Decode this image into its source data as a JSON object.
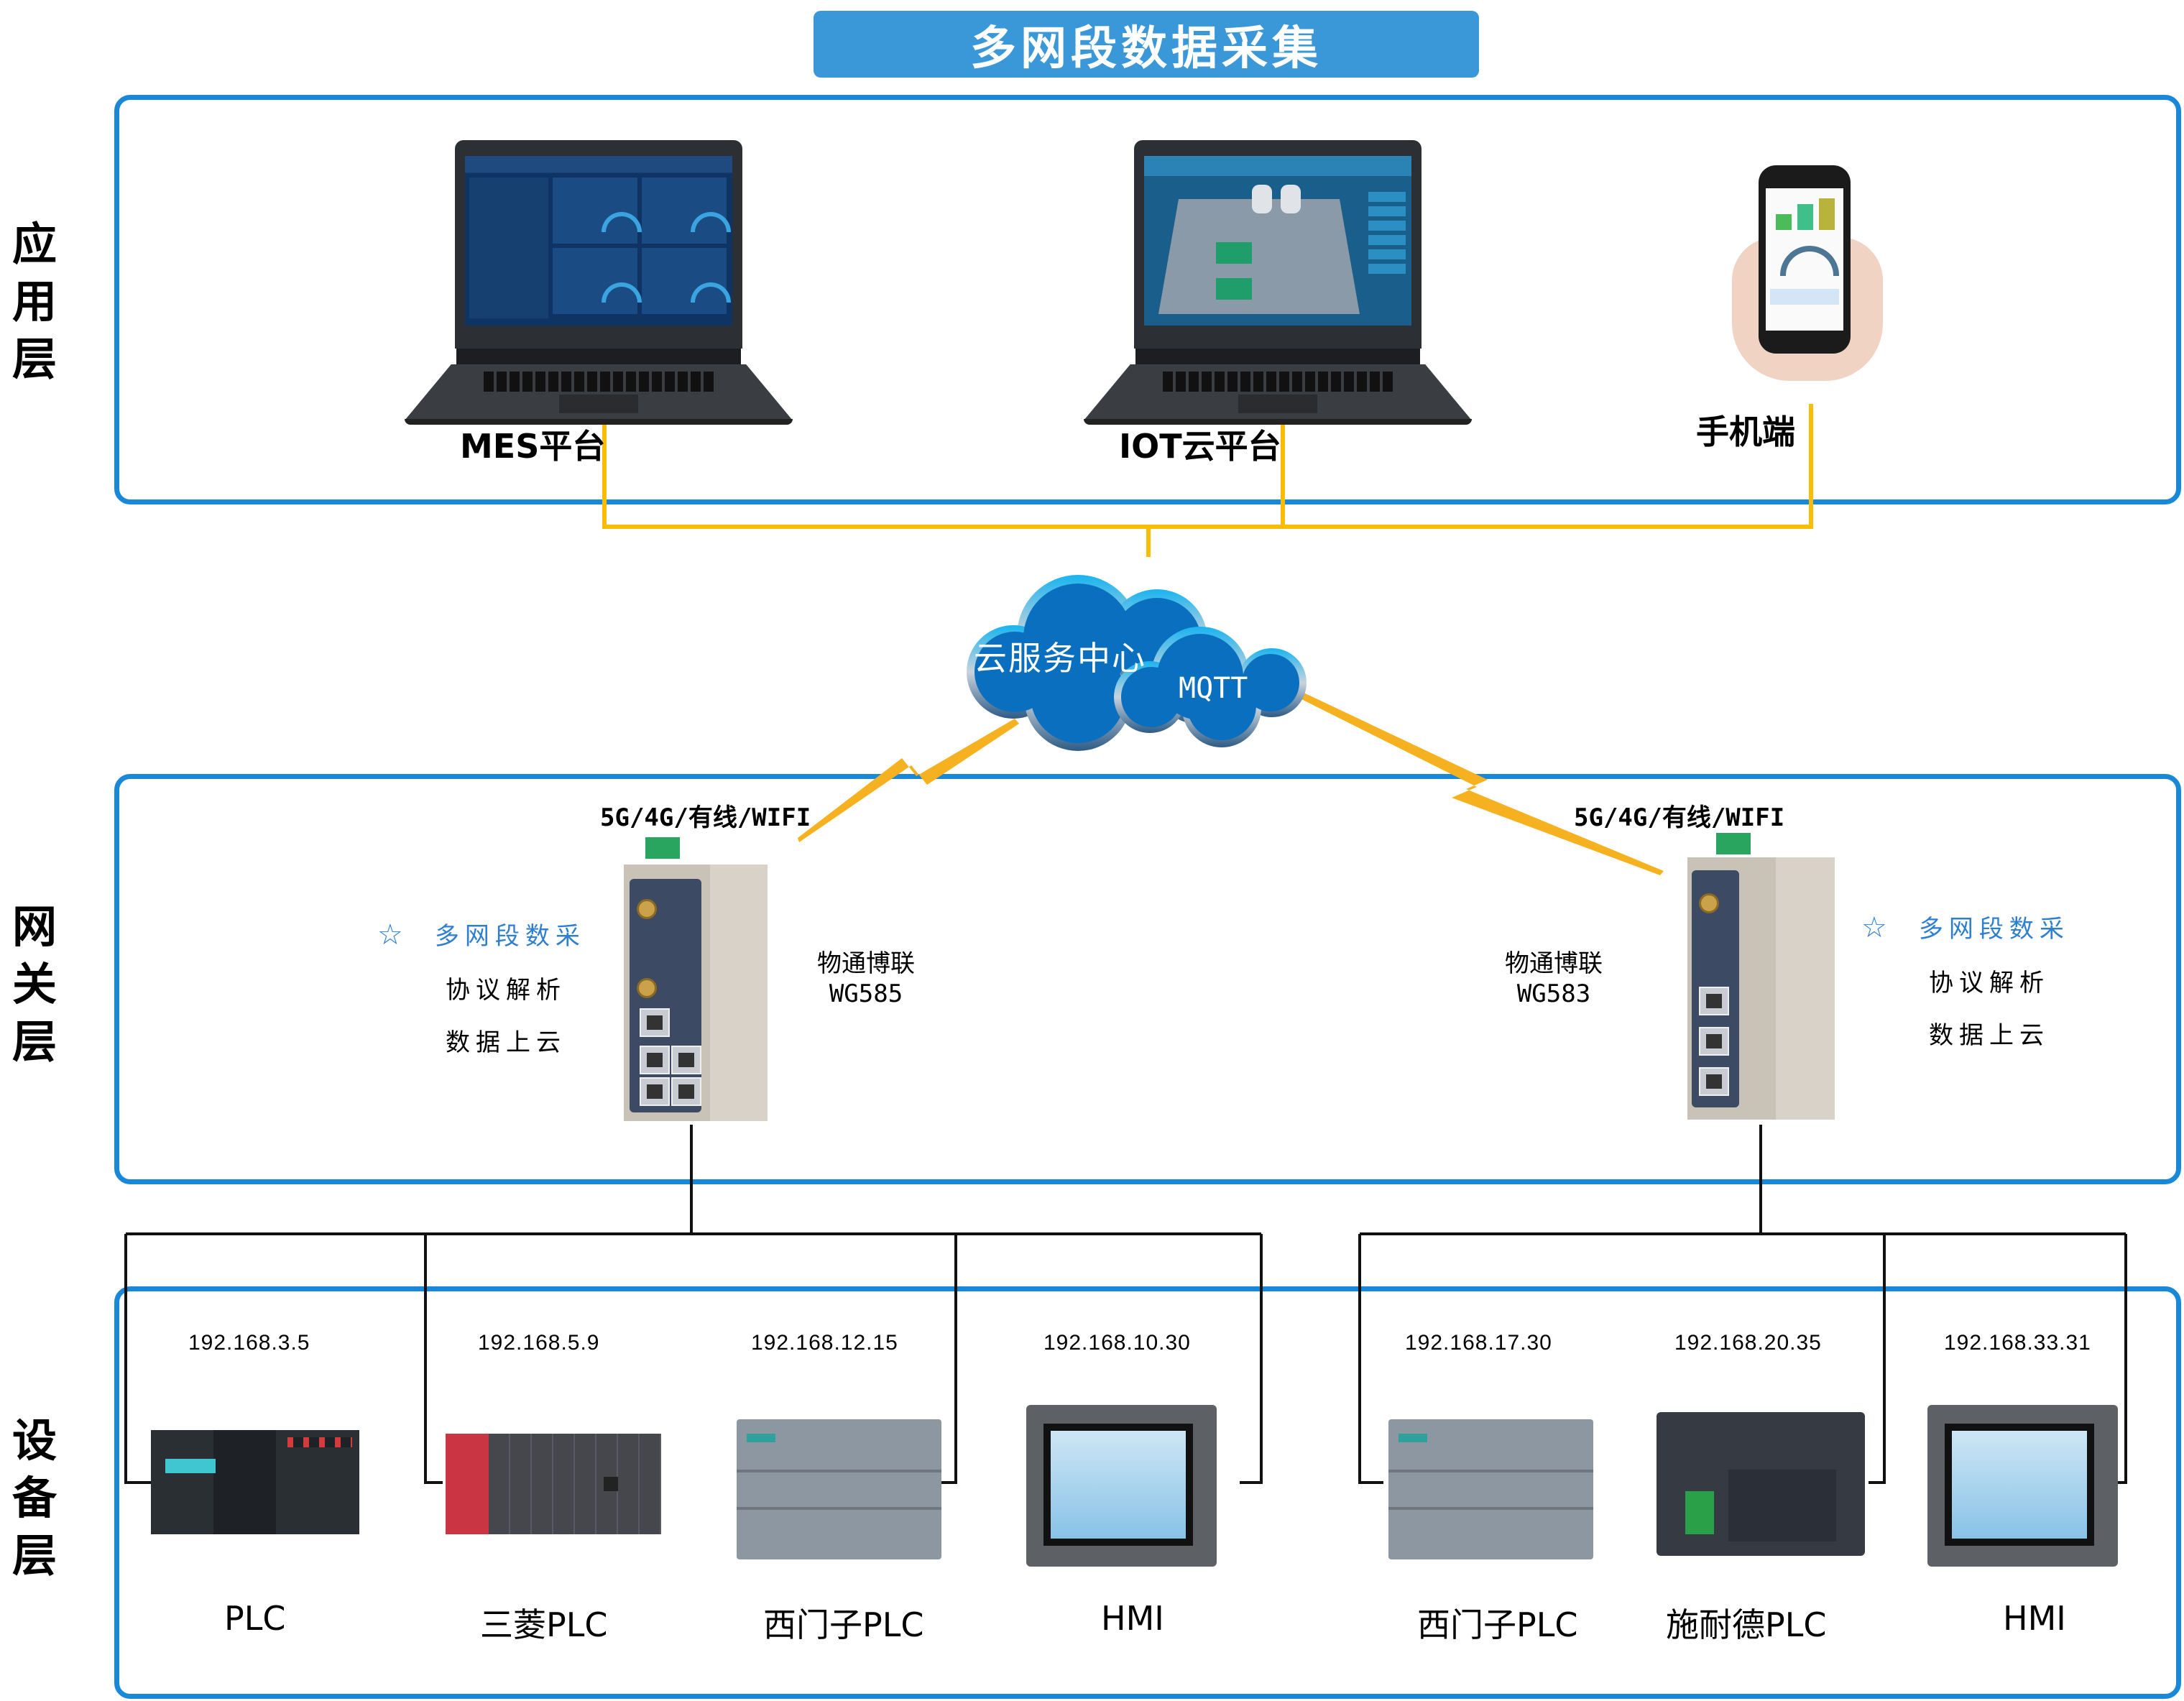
{
  "title": "多网段数据采集",
  "layers": {
    "application": {
      "label": [
        "应",
        "用",
        "层"
      ]
    },
    "gateway": {
      "label": [
        "网",
        "关",
        "层"
      ]
    },
    "device": {
      "label": [
        "设",
        "备",
        "层"
      ]
    }
  },
  "application": {
    "items": [
      {
        "name": "MES平台",
        "type": "laptop",
        "icon": "laptop-mes-dashboard"
      },
      {
        "name": "IOT云平台",
        "type": "laptop",
        "icon": "laptop-iot-3d-plant"
      },
      {
        "name": "手机端",
        "type": "phone",
        "icon": "smartphone-in-hand"
      }
    ],
    "connector_color": "#fbbc05"
  },
  "cloud": {
    "main_label": "云服务中心",
    "sub_label": "MQTT",
    "color": "#0a6fbf"
  },
  "gateways": [
    {
      "connectivity": "5G/4G/有线/WIFI",
      "brand": "物通博联",
      "model": "WG585",
      "features": [
        "多网段数采",
        "协议解析",
        "数据上云"
      ],
      "feature_icon": "star-outline-icon"
    },
    {
      "connectivity": "5G/4G/有线/WIFI",
      "brand": "物通博联",
      "model": "WG583",
      "features": [
        "多网段数采",
        "协议解析",
        "数据上云"
      ],
      "feature_icon": "star-outline-icon"
    }
  ],
  "devices": [
    {
      "ip": "192.168.3.5",
      "name": "PLC"
    },
    {
      "ip": "192.168.5.9",
      "name": "三菱PLC"
    },
    {
      "ip": "192.168.12.15",
      "name": "西门子PLC"
    },
    {
      "ip": "192.168.10.30",
      "name": "HMI"
    },
    {
      "ip": "192.168.17.30",
      "name": "西门子PLC"
    },
    {
      "ip": "192.168.20.35",
      "name": "施耐德PLC"
    },
    {
      "ip": "192.168.33.31",
      "name": "HMI"
    }
  ],
  "colors": {
    "title_bg": "#3a98d9",
    "box_border": "#1a88d8",
    "link_yellow": "#fbbc05",
    "lightning": "#f5b120",
    "feature_blue": "#2f7fd0"
  }
}
